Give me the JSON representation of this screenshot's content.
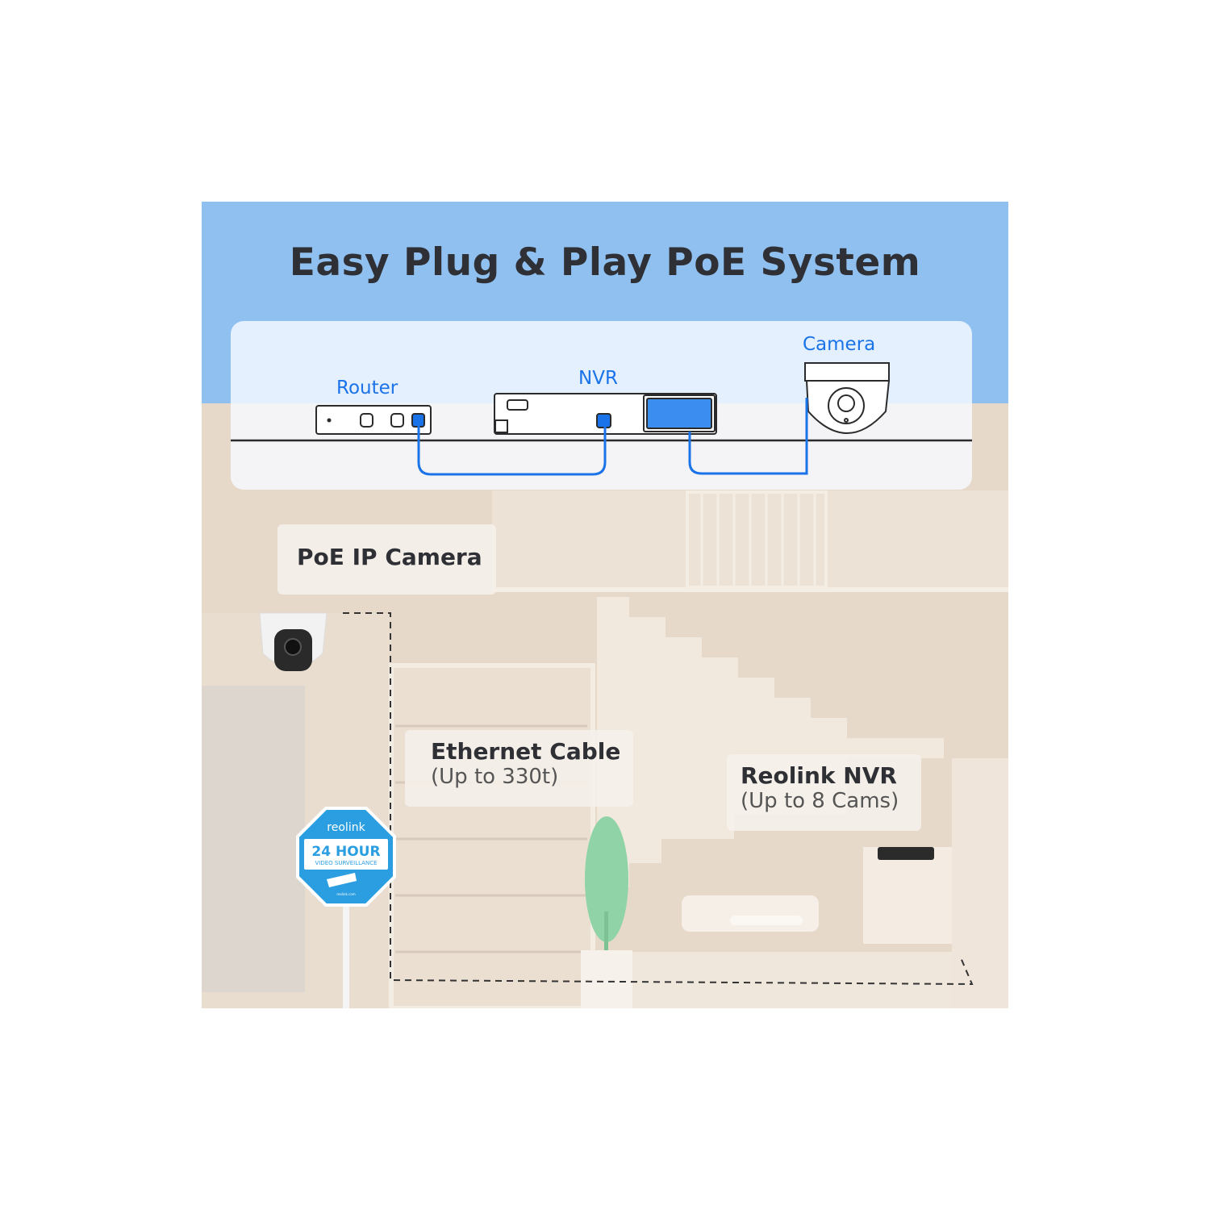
{
  "title": "Easy Plug & Play PoE System",
  "diagram": {
    "router_label": "Router",
    "nvr_label": "NVR",
    "camera_label": "Camera",
    "cable_color": "#1a73e8"
  },
  "callouts": {
    "camera": {
      "heading": "PoE IP Camera"
    },
    "cable": {
      "heading": "Ethernet Cable",
      "sub": "(Up to 330t)"
    },
    "nvr": {
      "heading": "Reolink NVR",
      "sub": "(Up to 8 Cams)"
    }
  },
  "sign": {
    "brand": "reolink",
    "headline": "24 HOUR",
    "subline": "VIDEO SURVEILLANCE",
    "url": "reolink.com"
  },
  "colors": {
    "sky": "#8fc0f0",
    "wall": "#e6d9ca",
    "accent": "#1a73e8",
    "sign": "#2a9ee0"
  }
}
